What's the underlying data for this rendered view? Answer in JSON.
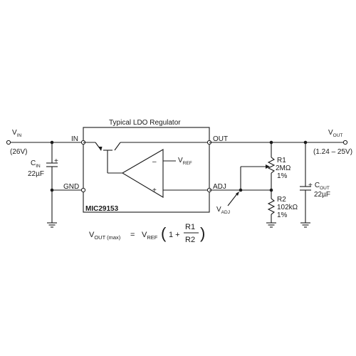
{
  "title": "Typical LDO Regulator",
  "chip": "MIC29153",
  "pins": {
    "in": "IN",
    "gnd": "GND",
    "out": "OUT",
    "adj": "ADJ"
  },
  "vin": {
    "label": "V",
    "sub": "IN",
    "value": "(26V)"
  },
  "vout": {
    "label": "V",
    "sub": "OUT",
    "value": "(1.24 – 25V)"
  },
  "cin": {
    "label": "C",
    "sub": "IN",
    "value": "22µF",
    "polarity": "+"
  },
  "cout": {
    "label": "C",
    "sub": "OUT",
    "value": "22µF",
    "polarity": "+"
  },
  "r1": {
    "name": "R1",
    "value": "2MΩ",
    "tol": "1%"
  },
  "r2": {
    "name": "R2",
    "value": "102kΩ",
    "tol": "1%"
  },
  "vref": {
    "label": "V",
    "sub": "REF"
  },
  "vadj": {
    "label": "V",
    "sub": "ADJ"
  },
  "opamp": {
    "minus": "–",
    "plus": "+"
  },
  "equation": {
    "lhs": "V",
    "lhs_sub": "OUT (max)",
    "eq": "=",
    "vref": "V",
    "vref_sub": "REF",
    "one": "1 +",
    "num": "R1",
    "den": "R2",
    "lparen": "(",
    "rparen": ")"
  }
}
